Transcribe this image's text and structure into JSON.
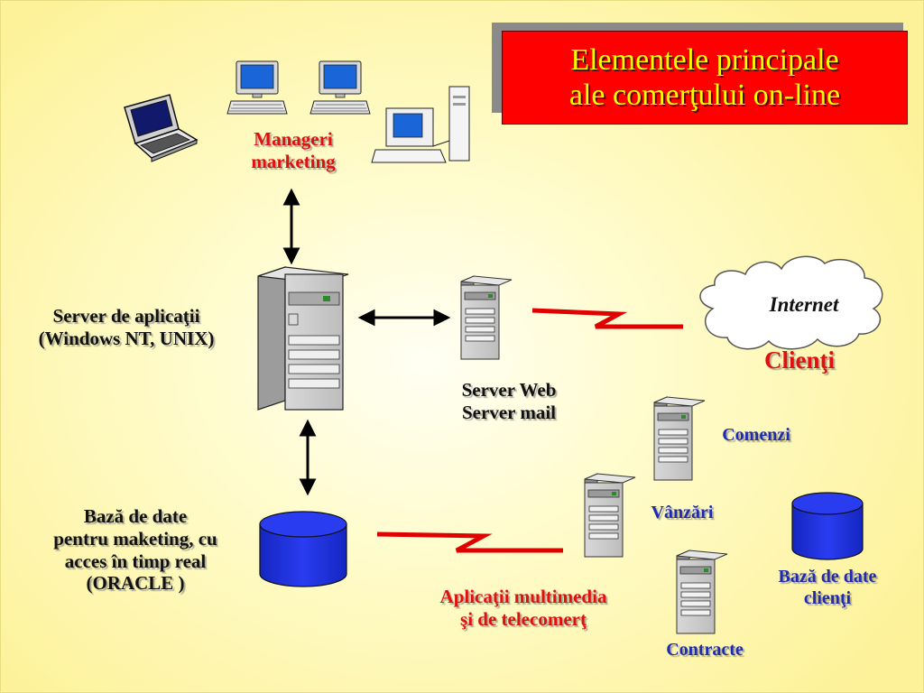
{
  "title": "Elementele principale\nale comerţului on-line",
  "labels": {
    "managers_line1": "Manageri",
    "managers_line2": "marketing",
    "app_server_line1": "Server de aplicaţii",
    "app_server_line2": "(Windows NT, UNIX)",
    "web_server_line1": "Server Web",
    "web_server_line2": "Server mail",
    "internet": "Internet",
    "clients": "Clienţi",
    "orders": "Comenzi",
    "sales": "Vânzări",
    "contracts": "Contracte",
    "db_marketing_line1": "Bază de date",
    "db_marketing_line2": "pentru maketing, cu",
    "db_marketing_line3": "acces în timp real",
    "db_marketing_line4": "(ORACLE )",
    "multimedia_line1": "Aplicaţii multimedia",
    "multimedia_line2": "şi de telecomerţ",
    "db_clients_line1": "Bază de date",
    "db_clients_line2": "clienţi"
  },
  "colors": {
    "title_bg": "#ff0000",
    "title_text": "#ffff00",
    "accent_red": "#e01010",
    "accent_blue": "#1f2bb0",
    "database_blue": "#1a2bd6"
  },
  "icons": [
    "laptop-icon",
    "desktop-computer-icon",
    "tower-computer-icon",
    "server-tower-icon",
    "database-cylinder-icon",
    "cloud-icon",
    "arrow-icon",
    "network-link-icon"
  ]
}
